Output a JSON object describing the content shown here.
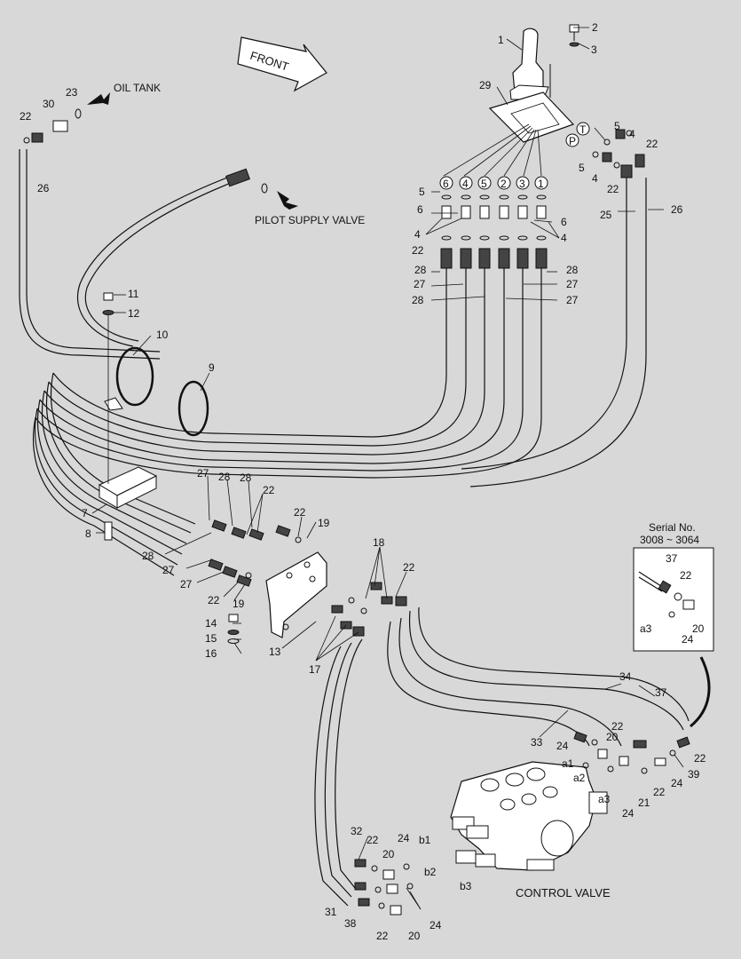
{
  "title_labels": {
    "front": "FRONT",
    "oil_tank": "OIL TANK",
    "pilot_supply_valve": "PILOT SUPPLY VALVE",
    "control_valve": "CONTROL VALVE",
    "serial_line1": "Serial No.",
    "serial_line2": "3008 ~ 3064"
  },
  "callouts": [
    "1",
    "2",
    "3",
    "4",
    "5",
    "6",
    "7",
    "8",
    "9",
    "10",
    "11",
    "12",
    "13",
    "14",
    "15",
    "16",
    "17",
    "18",
    "19",
    "20",
    "21",
    "22",
    "23",
    "24",
    "25",
    "26",
    "27",
    "28",
    "29",
    "30",
    "31",
    "32",
    "33",
    "34",
    "37",
    "38",
    "39"
  ],
  "ports_circled": [
    "6",
    "4",
    "5",
    "2",
    "3",
    "1"
  ],
  "pilot_ports": [
    "T",
    "P"
  ],
  "valve_ports": [
    "a1",
    "a2",
    "a3",
    "b1",
    "b2",
    "b3"
  ],
  "inset_labels": [
    "37",
    "22",
    "20",
    "24",
    "a3"
  ],
  "colors": {
    "background": "#d8d8d8",
    "line": "#111111"
  }
}
